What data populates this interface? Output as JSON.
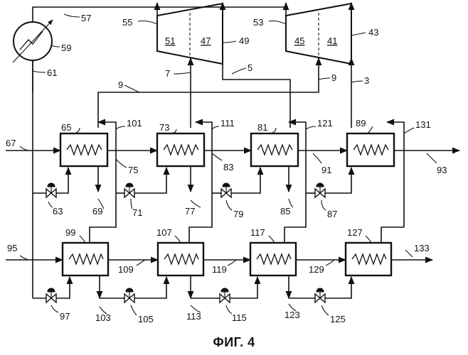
{
  "figure": {
    "caption": "ФИГ. 4"
  },
  "labels": {
    "l3": "3",
    "l5": "5",
    "l7": "7",
    "l9a": "9",
    "l9b": "9",
    "l41": "41",
    "l43": "43",
    "l45": "45",
    "l47": "47",
    "l49": "49",
    "l51": "51",
    "l53": "53",
    "l55": "55",
    "l57": "57",
    "l59": "59",
    "l61": "61",
    "l63": "63",
    "l65": "65",
    "l67": "67",
    "l69": "69",
    "l71": "71",
    "l73": "73",
    "l75": "75",
    "l77": "77",
    "l79": "79",
    "l81": "81",
    "l83": "83",
    "l85": "85",
    "l87": "87",
    "l89": "89",
    "l91": "91",
    "l93": "93",
    "l95": "95",
    "l97": "97",
    "l99": "99",
    "l101": "101",
    "l103": "103",
    "l105": "105",
    "l107": "107",
    "l109": "109",
    "l111": "111",
    "l113": "113",
    "l115": "115",
    "l117": "117",
    "l119": "119",
    "l121": "121",
    "l123": "123",
    "l125": "125",
    "l127": "127",
    "l129": "129",
    "l131": "131",
    "l133": "133"
  },
  "icons": {
    "turbine": "trapezoid-turbine-icon",
    "heat_exchanger": "heat-exchanger-coil-icon",
    "valve": "control-valve-icon",
    "cooler": "circular-heat-exchanger-icon"
  }
}
